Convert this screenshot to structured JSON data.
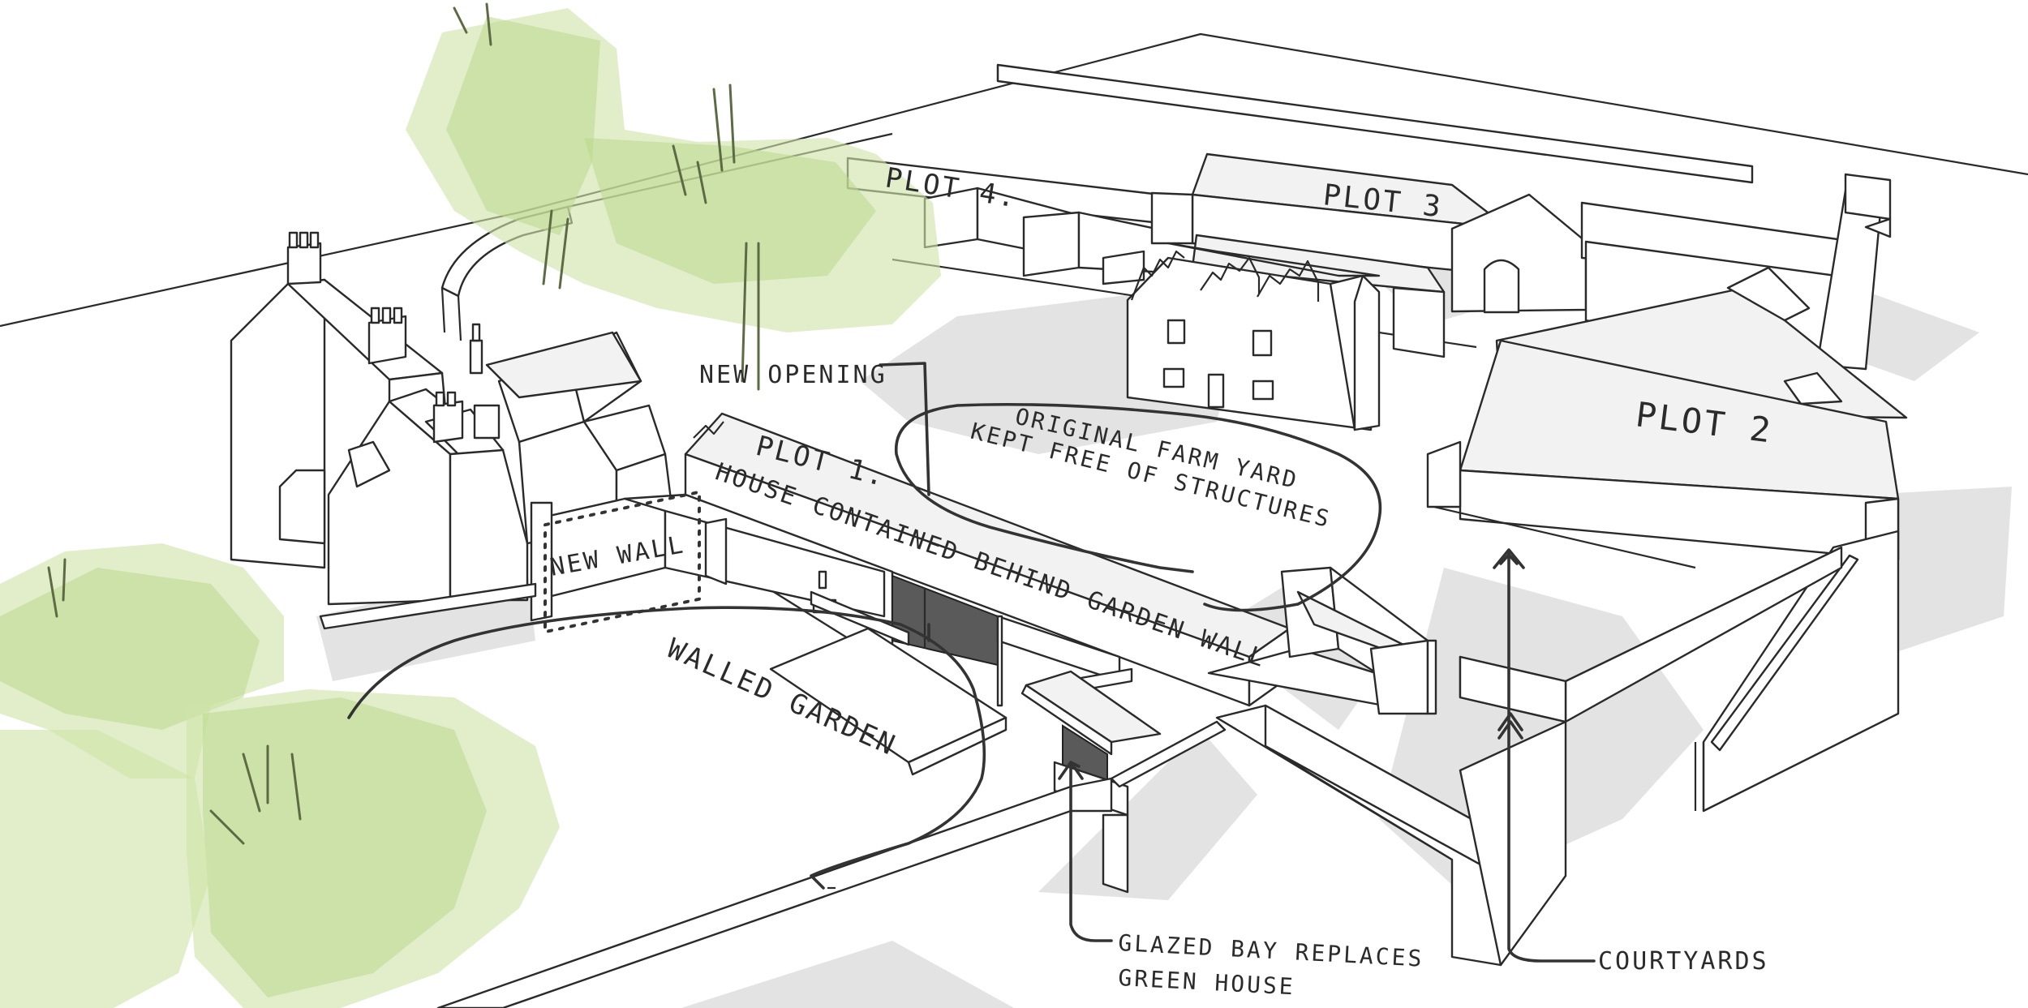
{
  "annotations": {
    "plot4": "PLOT 4.",
    "plot3": "PLOT 3",
    "plot2": "PLOT 2",
    "plot1": "PLOT 1.",
    "house_contained": "HOUSE CONTAINED BEHIND GARDEN WALL",
    "new_opening": "NEW OPENING",
    "farm_yard_line1": "ORIGINAL FARM YARD",
    "farm_yard_line2": "KEPT FREE OF STRUCTURES",
    "new_wall": "NEW WALL",
    "walled_garden": "WALLED GARDEN",
    "glazed_bay_line1": "GLAZED BAY REPLACES",
    "glazed_bay_line2": "GREEN HOUSE",
    "courtyards": "COURTYARDS"
  },
  "colors": {
    "line": "#2a2a2a",
    "shadow": "#e3e3e3",
    "foliage": "#cfe4a8",
    "paper": "#ffffff"
  }
}
